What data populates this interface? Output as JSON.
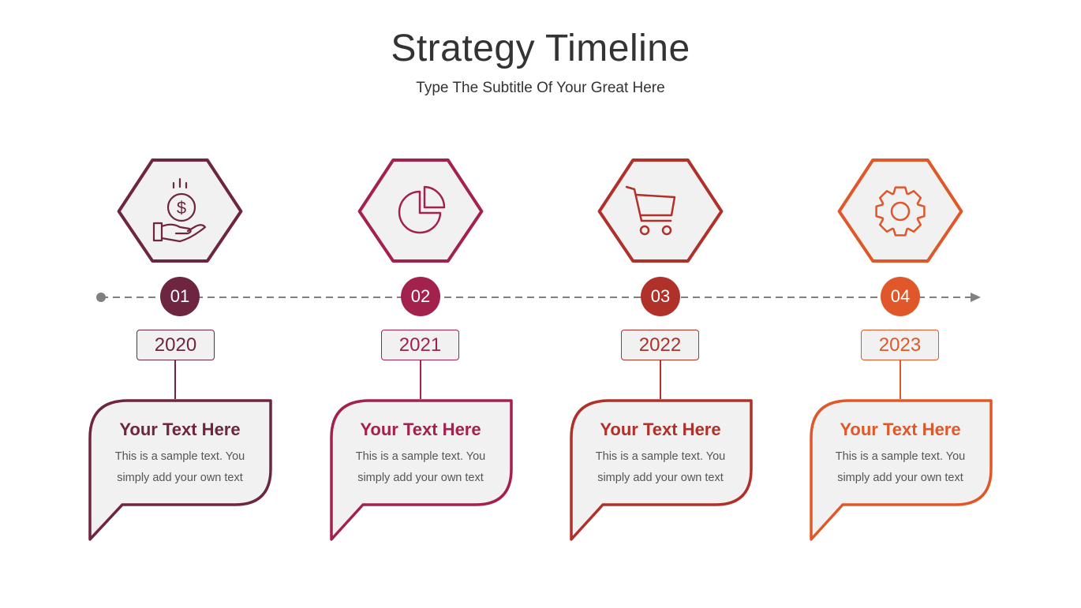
{
  "header": {
    "title": "Strategy Timeline",
    "subtitle": "Type The Subtitle Of Your Great Here"
  },
  "steps": [
    {
      "number": "01",
      "year": "2020",
      "heading": "Your Text Here",
      "text_line1": "This is a sample text. You",
      "text_line2": "simply add your own text",
      "icon": "money-hand-icon",
      "color": "#6e2640"
    },
    {
      "number": "02",
      "year": "2021",
      "heading": "Your Text Here",
      "text_line1": "This is a sample text. You",
      "text_line2": "simply add your own text",
      "icon": "pie-chart-icon",
      "color": "#a3214d"
    },
    {
      "number": "03",
      "year": "2022",
      "heading": "Your Text Here",
      "text_line1": "This is a sample text. You",
      "text_line2": "simply add your own text",
      "icon": "shopping-cart-icon",
      "color": "#b0302a"
    },
    {
      "number": "04",
      "year": "2023",
      "heading": "Your Text Here",
      "text_line1": "This is a sample text. You",
      "text_line2": "simply add your own text",
      "icon": "gear-icon",
      "color": "#e0582a"
    }
  ]
}
